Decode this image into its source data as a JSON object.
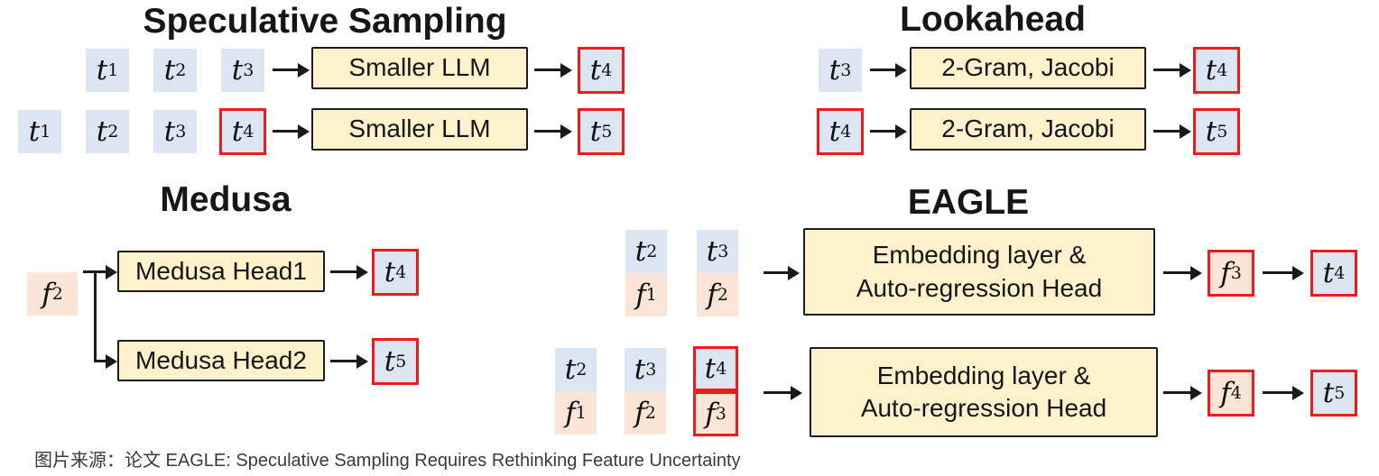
{
  "palette": {
    "token_fill": "#dbe6f2",
    "feature_fill": "#fbe5d6",
    "machine_fill": "#fdf2cc",
    "machine_border": "#1c1c1c",
    "accept_border_red": "#ee1b1b",
    "arrow_color": "#1a1a1a",
    "caption_color": "#3a3a3a"
  },
  "sections": {
    "spec": {
      "title": "Speculative Sampling",
      "machine": "Smaller LLM",
      "row1": {
        "inputs": [
          {
            "sym": "t",
            "sub": "1"
          },
          {
            "sym": "t",
            "sub": "2"
          },
          {
            "sym": "t",
            "sub": "3"
          }
        ],
        "output": {
          "sym": "t",
          "sub": "4"
        }
      },
      "row2": {
        "inputs": [
          {
            "sym": "t",
            "sub": "1"
          },
          {
            "sym": "t",
            "sub": "2"
          },
          {
            "sym": "t",
            "sub": "3"
          }
        ],
        "accepted": {
          "sym": "t",
          "sub": "4"
        },
        "output": {
          "sym": "t",
          "sub": "5"
        }
      }
    },
    "lookahead": {
      "title": "Lookahead",
      "machine": "2-Gram, Jacobi",
      "row1": {
        "input": {
          "sym": "t",
          "sub": "3"
        },
        "output": {
          "sym": "t",
          "sub": "4"
        }
      },
      "row2": {
        "input": {
          "sym": "t",
          "sub": "4"
        },
        "output": {
          "sym": "t",
          "sub": "5"
        }
      }
    },
    "medusa": {
      "title": "Medusa",
      "input": {
        "sym": "f",
        "sub": "2"
      },
      "heads": [
        {
          "label": "Medusa Head1",
          "output": {
            "sym": "t",
            "sub": "4"
          }
        },
        {
          "label": "Medusa Head2",
          "output": {
            "sym": "t",
            "sub": "5"
          }
        }
      ]
    },
    "eagle": {
      "title": "EAGLE",
      "machine_line1": "Embedding layer &",
      "machine_line2": "Auto-regression Head",
      "row1": {
        "pairs": [
          {
            "top": {
              "sym": "t",
              "sub": "2"
            },
            "bottom": {
              "sym": "f",
              "sub": "1"
            }
          },
          {
            "top": {
              "sym": "t",
              "sub": "3"
            },
            "bottom": {
              "sym": "f",
              "sub": "2"
            }
          }
        ],
        "feature_out": {
          "sym": "f",
          "sub": "3"
        },
        "token_out": {
          "sym": "t",
          "sub": "4"
        }
      },
      "row2": {
        "pairs": [
          {
            "top": {
              "sym": "t",
              "sub": "2"
            },
            "bottom": {
              "sym": "f",
              "sub": "1"
            }
          },
          {
            "top": {
              "sym": "t",
              "sub": "3"
            },
            "bottom": {
              "sym": "f",
              "sub": "2"
            }
          },
          {
            "top": {
              "sym": "t",
              "sub": "4"
            },
            "bottom": {
              "sym": "f",
              "sub": "3"
            }
          }
        ],
        "feature_out": {
          "sym": "f",
          "sub": "4"
        },
        "token_out": {
          "sym": "t",
          "sub": "5"
        }
      }
    }
  },
  "caption": "图片来源：论文 EAGLE: Speculative Sampling Requires Rethinking Feature Uncertainty"
}
